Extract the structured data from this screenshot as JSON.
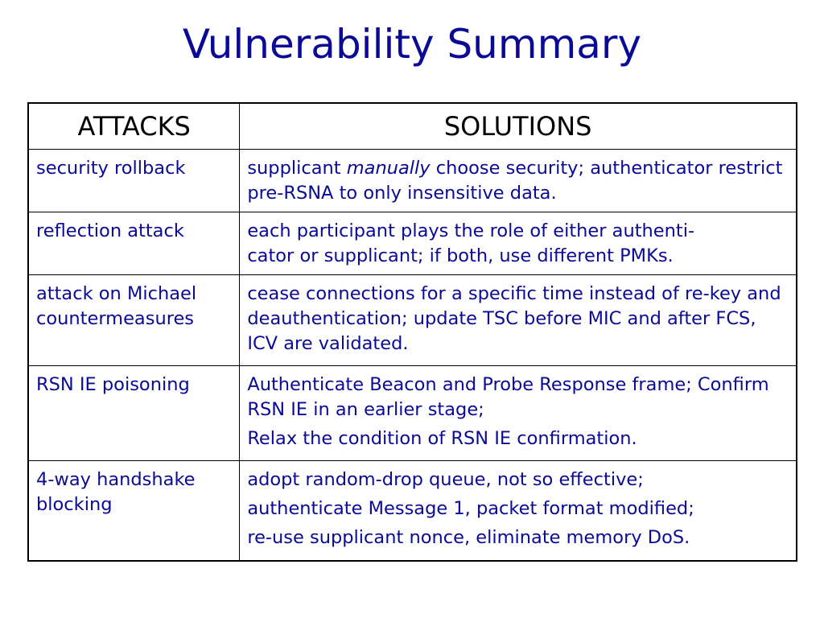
{
  "title": "Vulnerability Summary",
  "table": {
    "headers": {
      "attacks": "ATTACKS",
      "solutions": "SOLUTIONS"
    },
    "rows": [
      {
        "attack": "security rollback",
        "solution": {
          "pre": "supplicant ",
          "emphasis": "manually",
          "post": " choose security; authenticator restrict pre-RSNA to only insensitive data."
        }
      },
      {
        "attack": "reflection attack",
        "solution": [
          "each participant plays the role of either authenti-",
          "cator or supplicant; if both, use different PMKs."
        ]
      },
      {
        "attack": "attack on Michael countermeasures",
        "solution": [
          "cease connections for a specific time instead of re-key and deauthentication; update TSC before MIC and after FCS, ICV are validated."
        ]
      },
      {
        "attack": "RSN IE poisoning",
        "solution": [
          "Authenticate Beacon and Probe Response frame; Confirm RSN IE in an earlier stage;",
          "Relax the condition of RSN IE confirmation."
        ]
      },
      {
        "attack": "4-way handshake blocking",
        "solution": [
          "adopt random-drop queue, not so effective;",
          "authenticate Message 1, packet format modified;",
          "re-use supplicant nonce, eliminate memory DoS."
        ]
      }
    ]
  },
  "colors": {
    "title": "#0a0a96",
    "body_text": "#0a0a96",
    "header_text": "#000000",
    "border": "#000000"
  }
}
